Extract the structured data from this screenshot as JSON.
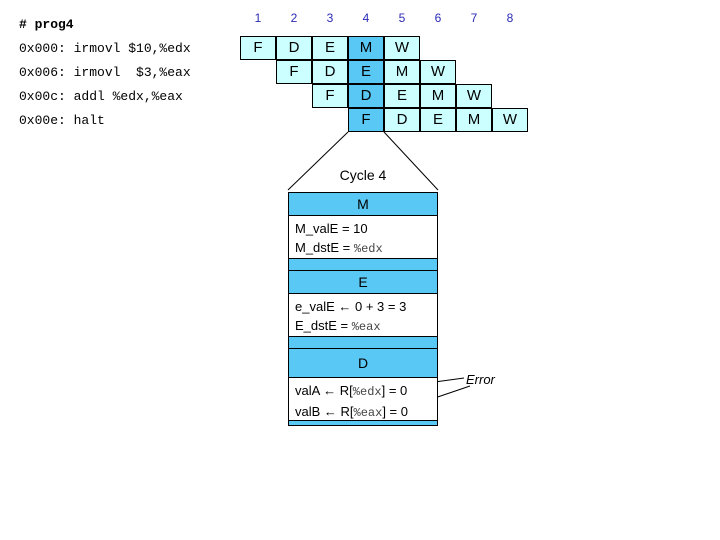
{
  "program": {
    "title": "# prog4",
    "lines": [
      "0x000: irmovl $10,%edx",
      "0x006: irmovl  $3,%eax",
      "0x00c: addl %edx,%eax",
      "0x00e: halt"
    ]
  },
  "pipeline": {
    "cycles": [
      "1",
      "2",
      "3",
      "4",
      "5",
      "6",
      "7",
      "8"
    ],
    "rows": [
      {
        "start": 1,
        "stages": [
          "F",
          "D",
          "E",
          "M",
          "W"
        ]
      },
      {
        "start": 2,
        "stages": [
          "F",
          "D",
          "E",
          "M",
          "W"
        ]
      },
      {
        "start": 3,
        "stages": [
          "F",
          "D",
          "E",
          "M",
          "W"
        ]
      },
      {
        "start": 4,
        "stages": [
          "F",
          "D",
          "E",
          "M",
          "W"
        ]
      }
    ],
    "highlight_cycle": 4,
    "cell_color": "#ccffff",
    "highlight_color": "#5ac8f5"
  },
  "detail": {
    "title": "Cycle 4",
    "stages": {
      "M": {
        "name": "M",
        "l1": "M_valE = 10",
        "l2a": "M_dstE = ",
        "l2r": "%edx"
      },
      "E": {
        "name": "E",
        "l1": "e_valE ← 0 + 3 = 3",
        "l2a": "E_dstE = ",
        "l2r": "%eax"
      },
      "D": {
        "name": "D",
        "l1a": "valA ← R[",
        "l1r": "%edx",
        "l1b": "] = 0",
        "l2a": "valB ← R[",
        "l2r": "%eax",
        "l2b": "] = 0"
      }
    },
    "error_label": "Error"
  }
}
